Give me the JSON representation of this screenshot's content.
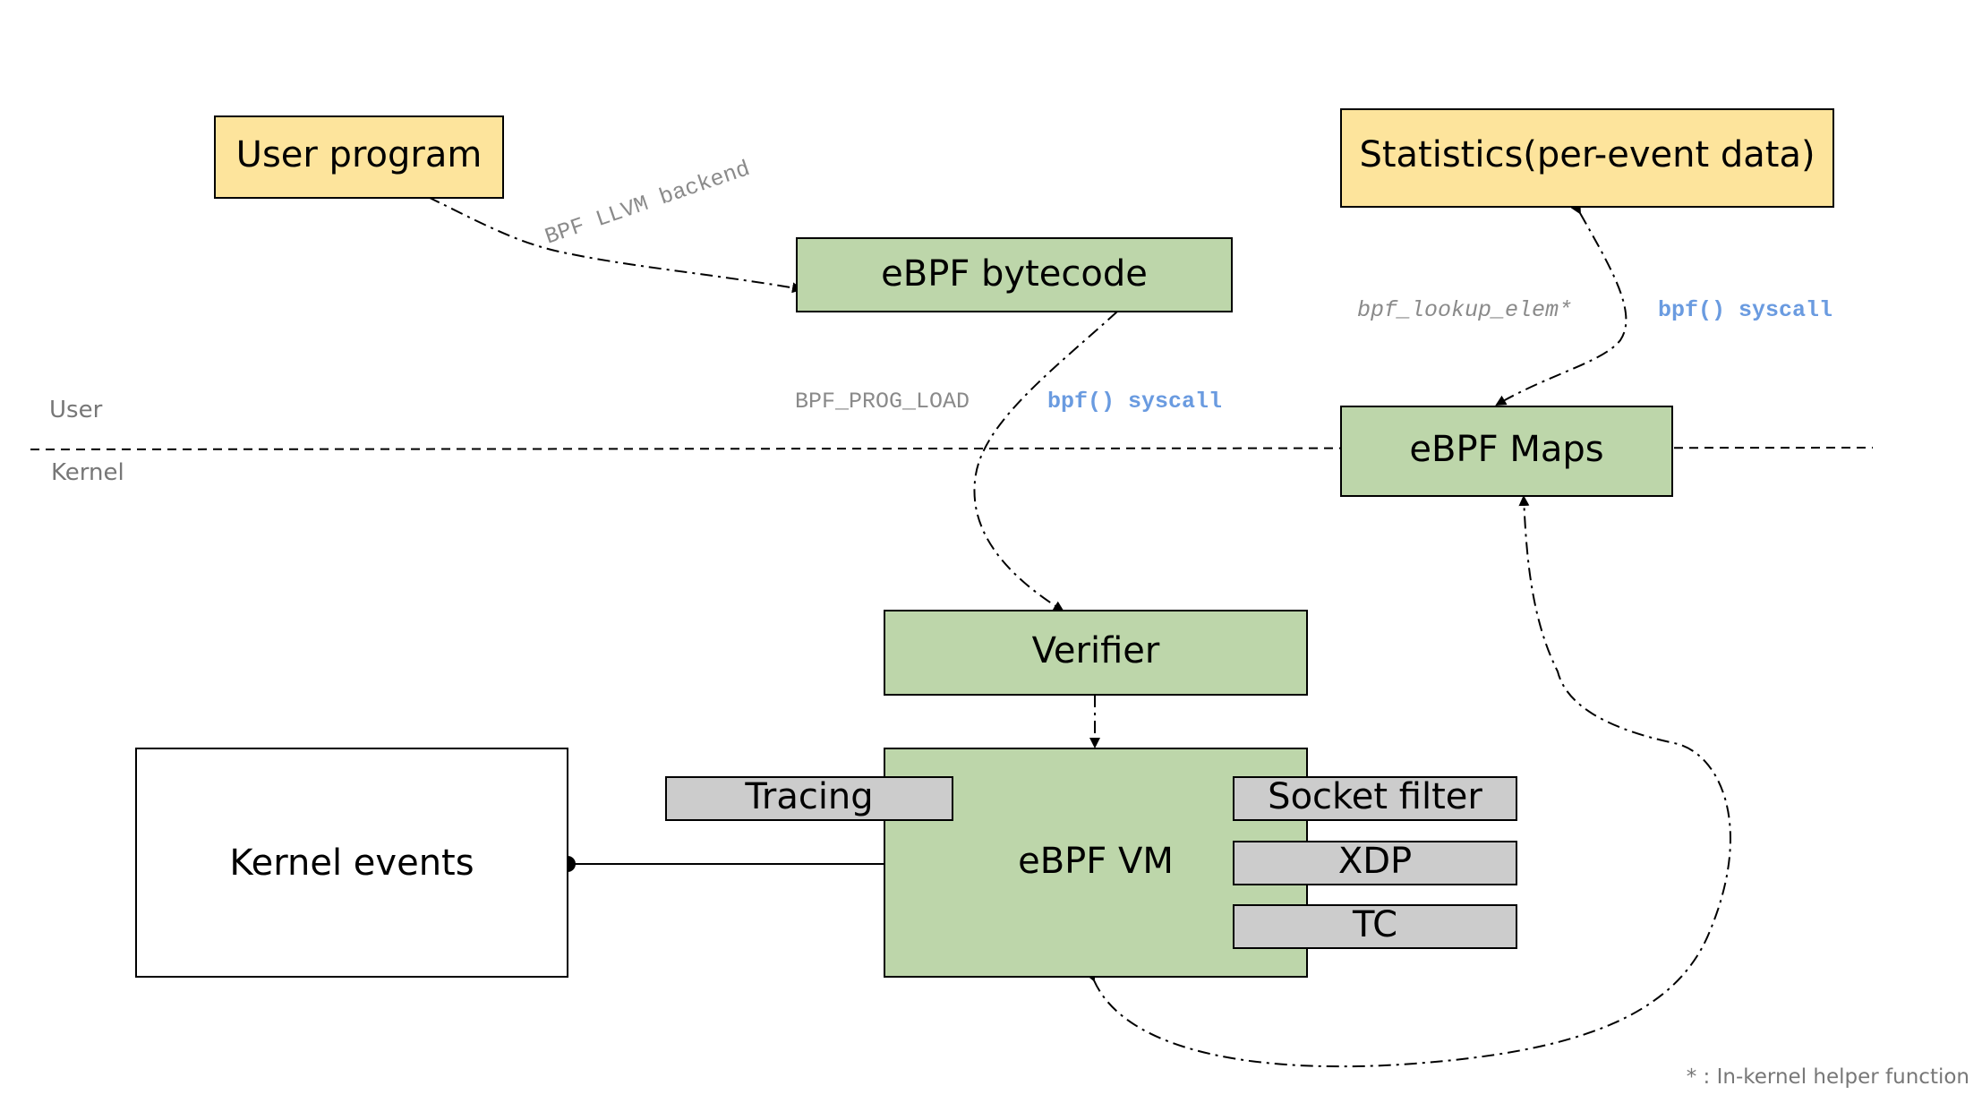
{
  "diagram": {
    "boxes": {
      "user_program": "User program",
      "statistics": "Statistics(per-event data)",
      "ebpf_bytecode": "eBPF bytecode",
      "ebpf_maps": "eBPF Maps",
      "verifier": "Verifier",
      "ebpf_vm": "eBPF VM",
      "kernel_events": "Kernel events",
      "tracing": "Tracing",
      "socket_filter": "Socket filter",
      "xdp": "XDP",
      "tc": "TC"
    },
    "edge_labels": {
      "llvm_backend": "BPF LLVM backend",
      "prog_load": "BPF_PROG_LOAD",
      "syscall_load": "bpf() syscall",
      "lookup_elem": "bpf_lookup_elem*",
      "syscall_maps": "bpf() syscall"
    },
    "regions": {
      "user": "User",
      "kernel": "Kernel"
    },
    "footnote": "* : In-kernel helper function"
  },
  "colors": {
    "yellow_fill": "#fde49c",
    "green_fill": "#bdd6aa",
    "gray_fill": "#cccccc",
    "white_fill": "#ffffff",
    "stroke": "#000000",
    "syscall_blue": "#6a9be0",
    "label_gray": "#8a8a8a",
    "region_gray": "#777777"
  }
}
